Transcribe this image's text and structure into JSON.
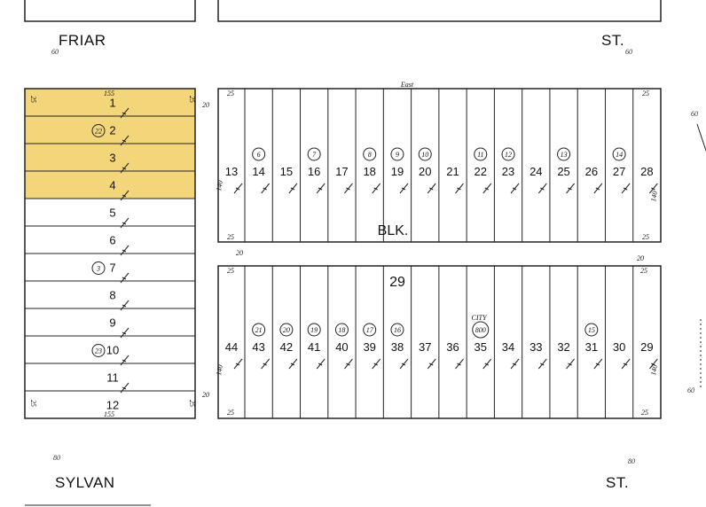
{
  "streets": {
    "top_left": "FRIAR",
    "top_right": "ST.",
    "bottom_left": "SYLVAN",
    "bottom_right": "ST."
  },
  "block": {
    "label": "BLK.",
    "number": "29",
    "top_note": "East",
    "width_label": "80"
  },
  "west_lots": [
    {
      "lot": "1",
      "parcel": "",
      "highlighted": true
    },
    {
      "lot": "2",
      "parcel": "22",
      "highlighted": true
    },
    {
      "lot": "3",
      "parcel": "",
      "highlighted": true
    },
    {
      "lot": "4",
      "parcel": "",
      "highlighted": true
    },
    {
      "lot": "5",
      "parcel": "",
      "highlighted": false
    },
    {
      "lot": "6",
      "parcel": "",
      "highlighted": false
    },
    {
      "lot": "7",
      "parcel": "3",
      "highlighted": false
    },
    {
      "lot": "8",
      "parcel": "",
      "highlighted": false
    },
    {
      "lot": "9",
      "parcel": "",
      "highlighted": false
    },
    {
      "lot": "10",
      "parcel": "23",
      "highlighted": false
    },
    {
      "lot": "11",
      "parcel": "",
      "highlighted": false
    },
    {
      "lot": "12",
      "parcel": "",
      "highlighted": false
    }
  ],
  "north_lots": [
    {
      "lot": "13",
      "parcel": ""
    },
    {
      "lot": "14",
      "parcel": "6"
    },
    {
      "lot": "15",
      "parcel": ""
    },
    {
      "lot": "16",
      "parcel": "7"
    },
    {
      "lot": "17",
      "parcel": ""
    },
    {
      "lot": "18",
      "parcel": "8"
    },
    {
      "lot": "19",
      "parcel": "9"
    },
    {
      "lot": "20",
      "parcel": "10"
    },
    {
      "lot": "21",
      "parcel": ""
    },
    {
      "lot": "22",
      "parcel": "11"
    },
    {
      "lot": "23",
      "parcel": "12"
    },
    {
      "lot": "24",
      "parcel": ""
    },
    {
      "lot": "25",
      "parcel": "13"
    },
    {
      "lot": "26",
      "parcel": ""
    },
    {
      "lot": "27",
      "parcel": "14"
    },
    {
      "lot": "28",
      "parcel": ""
    }
  ],
  "south_lots": [
    {
      "lot": "44",
      "parcel": ""
    },
    {
      "lot": "43",
      "parcel": "21"
    },
    {
      "lot": "42",
      "parcel": "20"
    },
    {
      "lot": "41",
      "parcel": "19"
    },
    {
      "lot": "40",
      "parcel": "18"
    },
    {
      "lot": "39",
      "parcel": "17"
    },
    {
      "lot": "38",
      "parcel": "16"
    },
    {
      "lot": "37",
      "parcel": ""
    },
    {
      "lot": "36",
      "parcel": ""
    },
    {
      "lot": "35",
      "parcel": "800"
    },
    {
      "lot": "34",
      "parcel": ""
    },
    {
      "lot": "33",
      "parcel": ""
    },
    {
      "lot": "32",
      "parcel": ""
    },
    {
      "lot": "31",
      "parcel": "15"
    },
    {
      "lot": "30",
      "parcel": ""
    },
    {
      "lot": "29",
      "parcel": ""
    }
  ],
  "city_label": "CITY",
  "dims": {
    "west_width": "155",
    "lot_depth": "140",
    "lot_width": "25",
    "alley": "20",
    "street_width": "60",
    "south_street_width": "80"
  },
  "highlight_color": "#f4d67a",
  "line_color": "#222222"
}
